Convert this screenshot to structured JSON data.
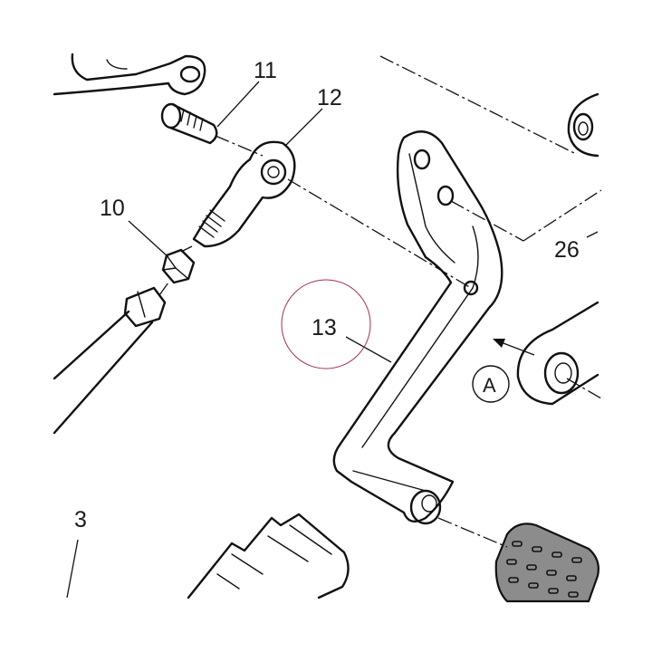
{
  "callouts": {
    "part_3": "3",
    "part_10": "10",
    "part_11": "11",
    "part_12": "12",
    "part_13": "13",
    "part_26": "26",
    "view_a": "A"
  },
  "colors": {
    "line": "#111111",
    "highlight_circle": "#a0334a",
    "rubber_pad": "#8c8c8c",
    "background": "#ffffff"
  }
}
